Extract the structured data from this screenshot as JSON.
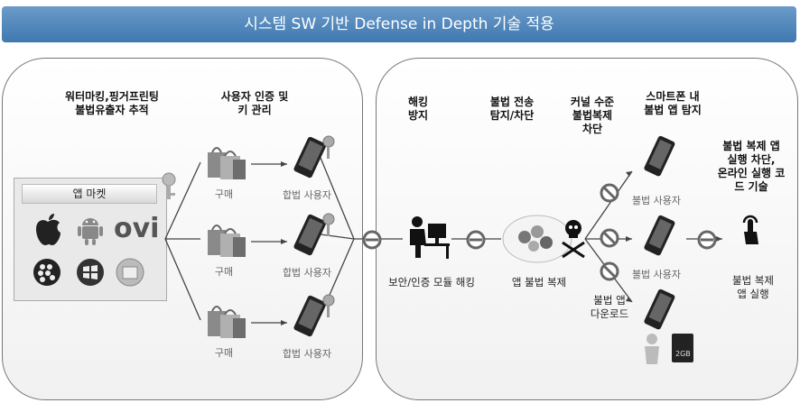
{
  "banner": {
    "title": "시스템  SW 기반 Defense in Depth 기술 적용"
  },
  "left": {
    "heading_watermark": "워터마킹,핑거프린팅\n불법유출자 추적",
    "heading_auth": "사용자 인증 및\n키 관리",
    "market_title": "앱 마켓",
    "market_apps": [
      "apple-icon",
      "android-icon",
      "ovi-icon",
      "blackberry-icon",
      "windows-icon",
      "box-icon"
    ],
    "ovi_text": "ovi",
    "purchase_label": "구매",
    "legit_user_label": "합법 사용자"
  },
  "right": {
    "heading_hacking": "해킹\n방지",
    "heading_illegal_transfer": "불법 전송\n탐지/차단",
    "heading_kernel": "커널 수준\n불법복제\n차단",
    "heading_smartphone": "스마트폰 내\n불법 앱 탐지",
    "heading_block_exec": "불법 복제 앱\n실행 차단,\n온라인 실행 코\n드 기술",
    "module_hacking_label": "보안/인증 모듈 해킹",
    "app_copy_label": "앱 불법 복제",
    "illegal_user_label": "불법 사용자",
    "illegal_download_label": "불법 앱\n다운로드",
    "illegal_copy_exec_label": "불법 복제\n앱 실행",
    "sd_card_text": "2GB"
  },
  "colors": {
    "banner": "#4a82b9",
    "stop": "#666666",
    "bag": "#8a8a8a"
  }
}
